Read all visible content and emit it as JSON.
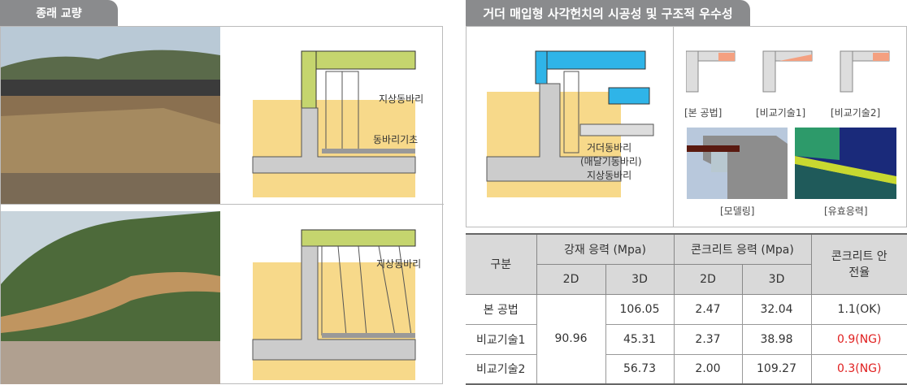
{
  "left_tab": "종래 교량",
  "right_tab": "거더 매입형 사각헌치의 시공성 및 구조적 우수성",
  "left_labels": {
    "top_shoring": "지상동바리",
    "shoring_foundation": "동바리기초",
    "bottom_shoring": "지상동바리"
  },
  "right_labels": {
    "girder_shoring": "거더동바리",
    "embedded_shoring": "(매달기동바리)",
    "ground_shoring": "지상동바리"
  },
  "captions": {
    "this_method": "[본 공법]",
    "compare1": "[비교기술1]",
    "compare2": "[비교기술2]",
    "modeling": "[모델링]",
    "stress": "[유효응력]"
  },
  "table": {
    "headers": {
      "category": "구분",
      "steel": "강재 응력 (Mpa)",
      "concrete": "콘크리트 응력 (Mpa)",
      "safety": "콘크리트 안전율",
      "d2": "2D",
      "d3": "3D"
    },
    "steel_2d": "90.96",
    "rows": [
      {
        "name": "본 공법",
        "steel_3d": "106.05",
        "conc_2d": "2.47",
        "conc_3d": "32.04",
        "safety": "1.1(OK)",
        "ng": false
      },
      {
        "name": "비교기술1",
        "steel_3d": "45.31",
        "conc_2d": "2.37",
        "conc_3d": "38.98",
        "safety": "0.9(NG)",
        "ng": true
      },
      {
        "name": "비교기술2",
        "steel_3d": "56.73",
        "conc_2d": "2.00",
        "conc_3d": "109.27",
        "safety": "0.3(NG)",
        "ng": true
      }
    ]
  },
  "colors": {
    "tab": "#8a8b8d",
    "ng": "#e02020",
    "slab": "#c5d56e",
    "blue_slab": "#2fb4e8",
    "soil": "#f7d98a"
  }
}
